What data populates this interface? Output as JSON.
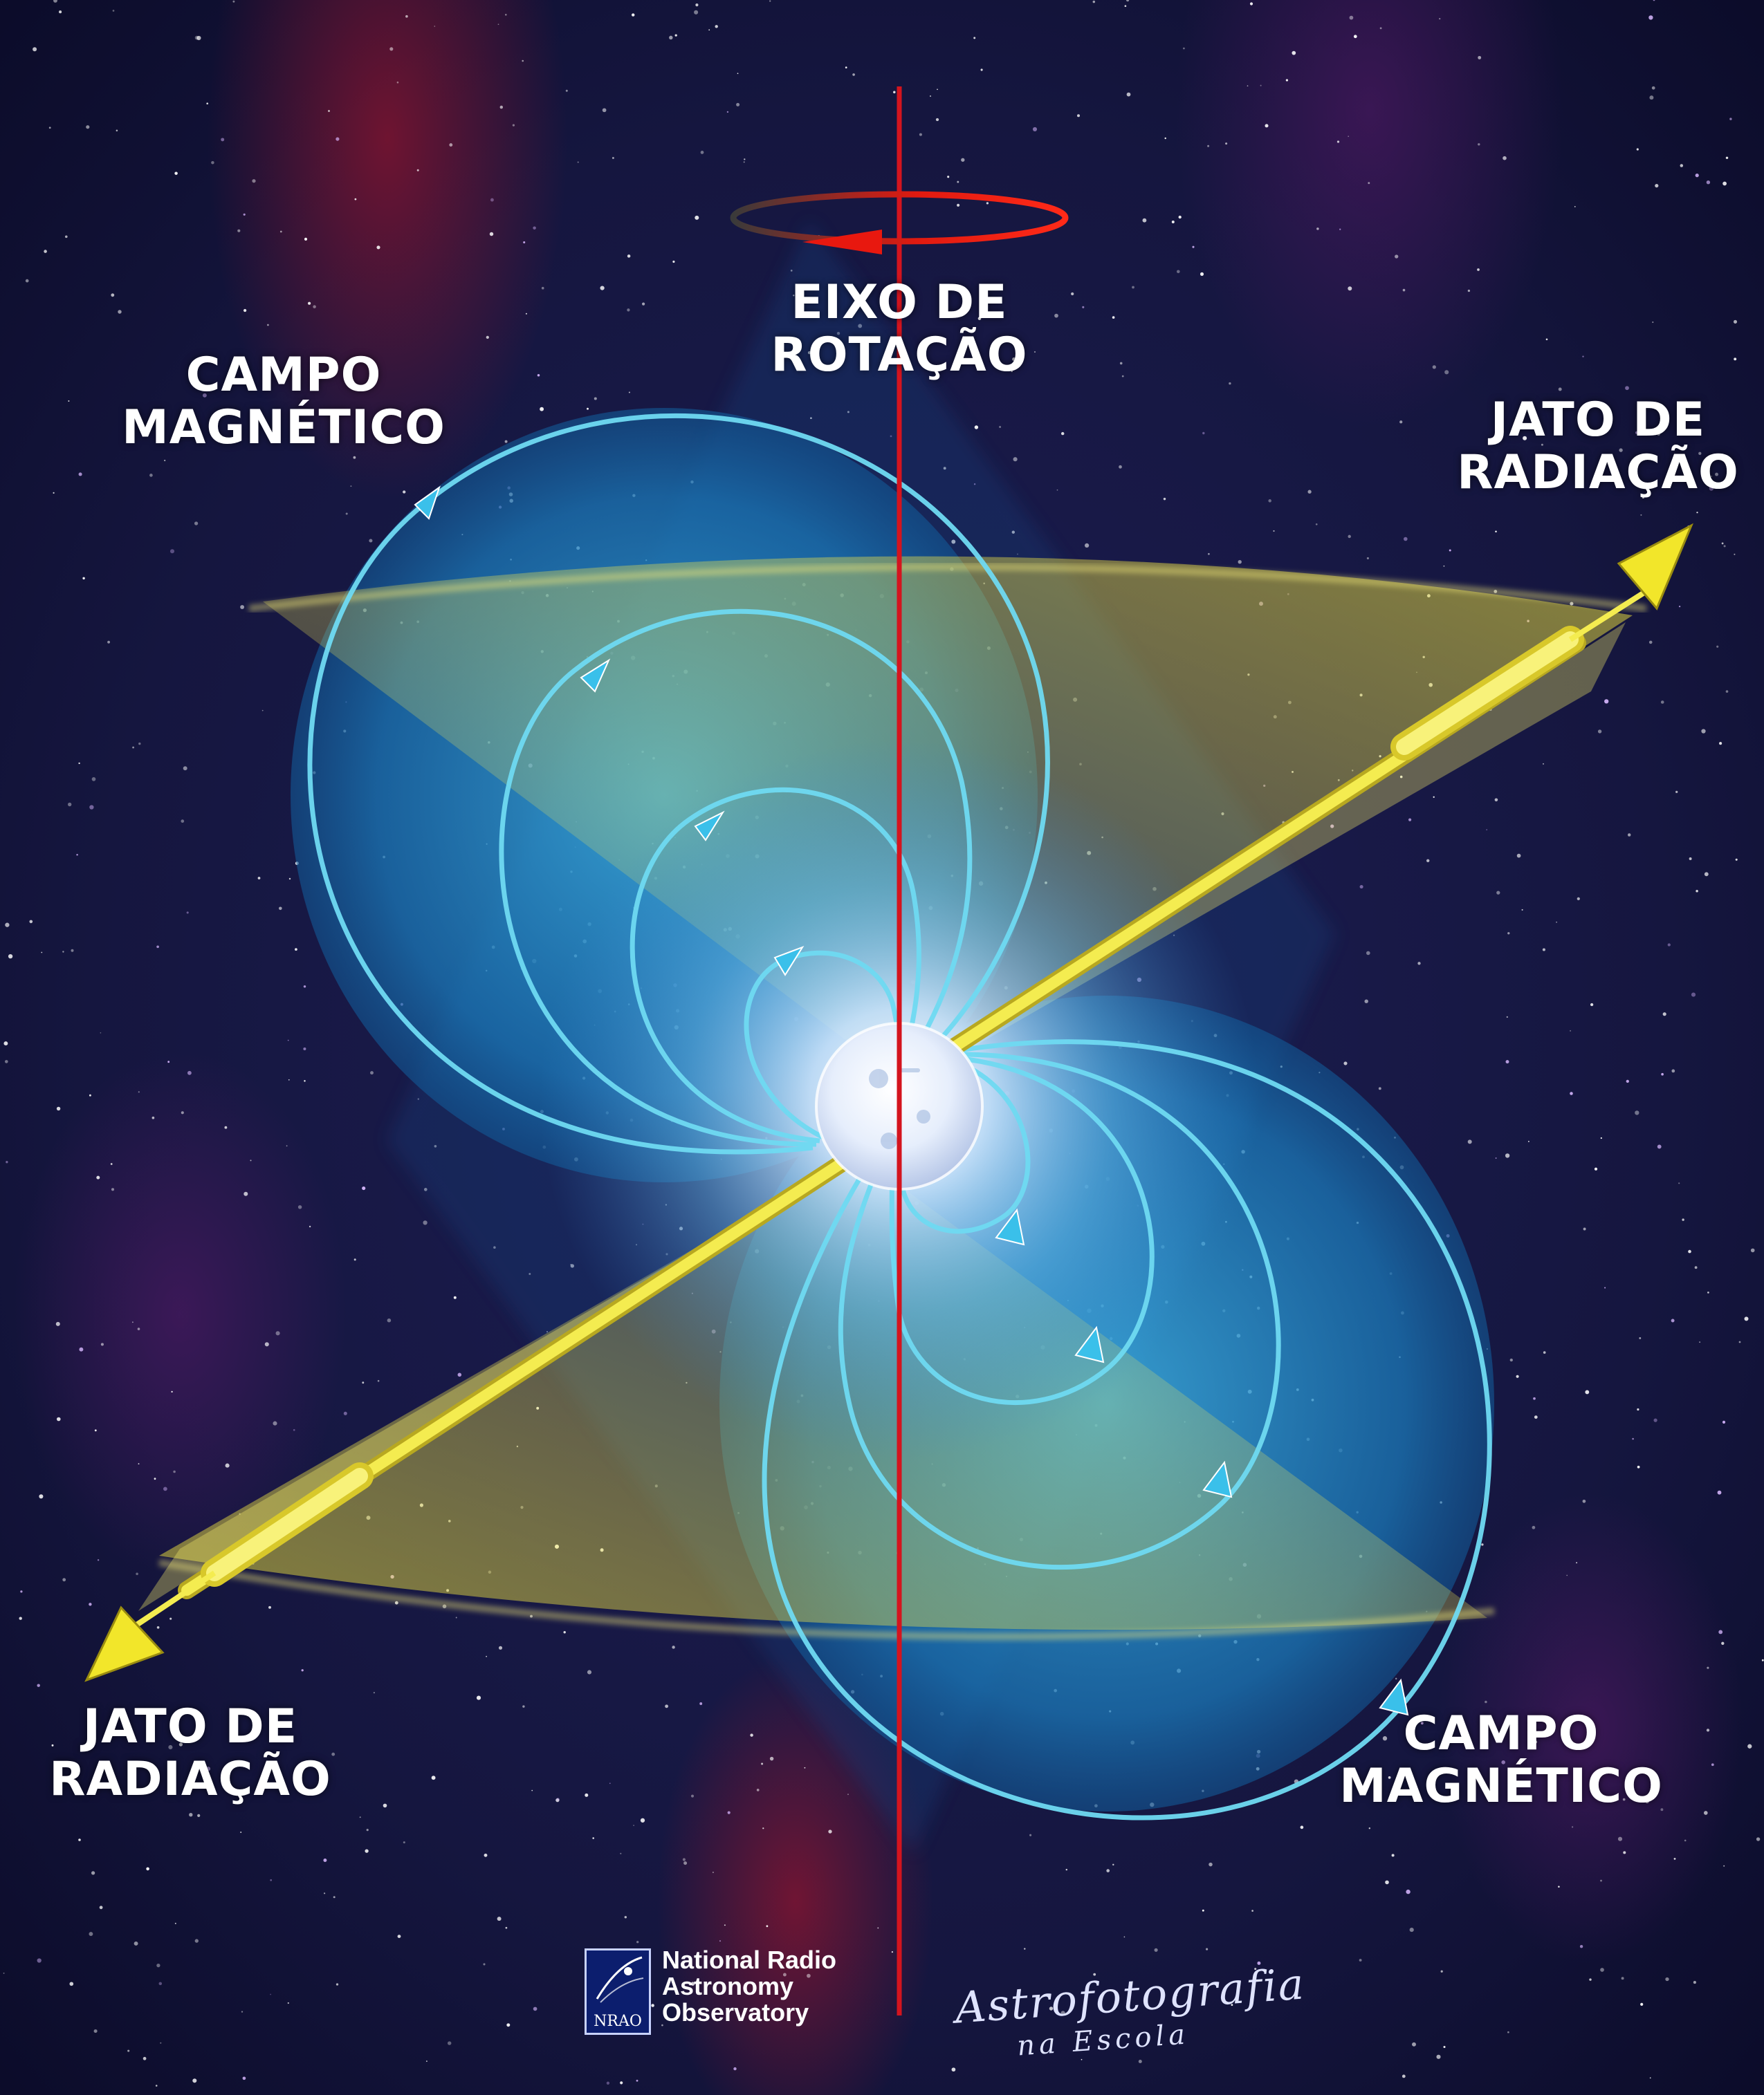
{
  "labels": {
    "rotation_axis": {
      "line1": "EIXO DE",
      "line2": "ROTAÇÃO"
    },
    "magnetic_field_top": {
      "line1": "CAMPO",
      "line2": "MAGNÉTICO"
    },
    "radiation_jet_top": {
      "line1": "JATO DE",
      "line2": "RADIAÇÃO"
    },
    "radiation_jet_bottom": {
      "line1": "JATO DE",
      "line2": "RADIAÇÃO"
    },
    "magnetic_field_bottom": {
      "line1": "CAMPO",
      "line2": "MAGNÉTICO"
    }
  },
  "logos": {
    "nrao": {
      "badge": "NRAO",
      "line1": "National Radio",
      "line2": "Astronomy",
      "line3": "Observatory"
    },
    "astro": {
      "line1": "Astrofotografia",
      "line2": "na Escola"
    }
  },
  "colors": {
    "axis": "#d4141e",
    "field_line": "#5fd6f0",
    "jet": "#f2ea3c",
    "star": "#e8f0ff"
  }
}
